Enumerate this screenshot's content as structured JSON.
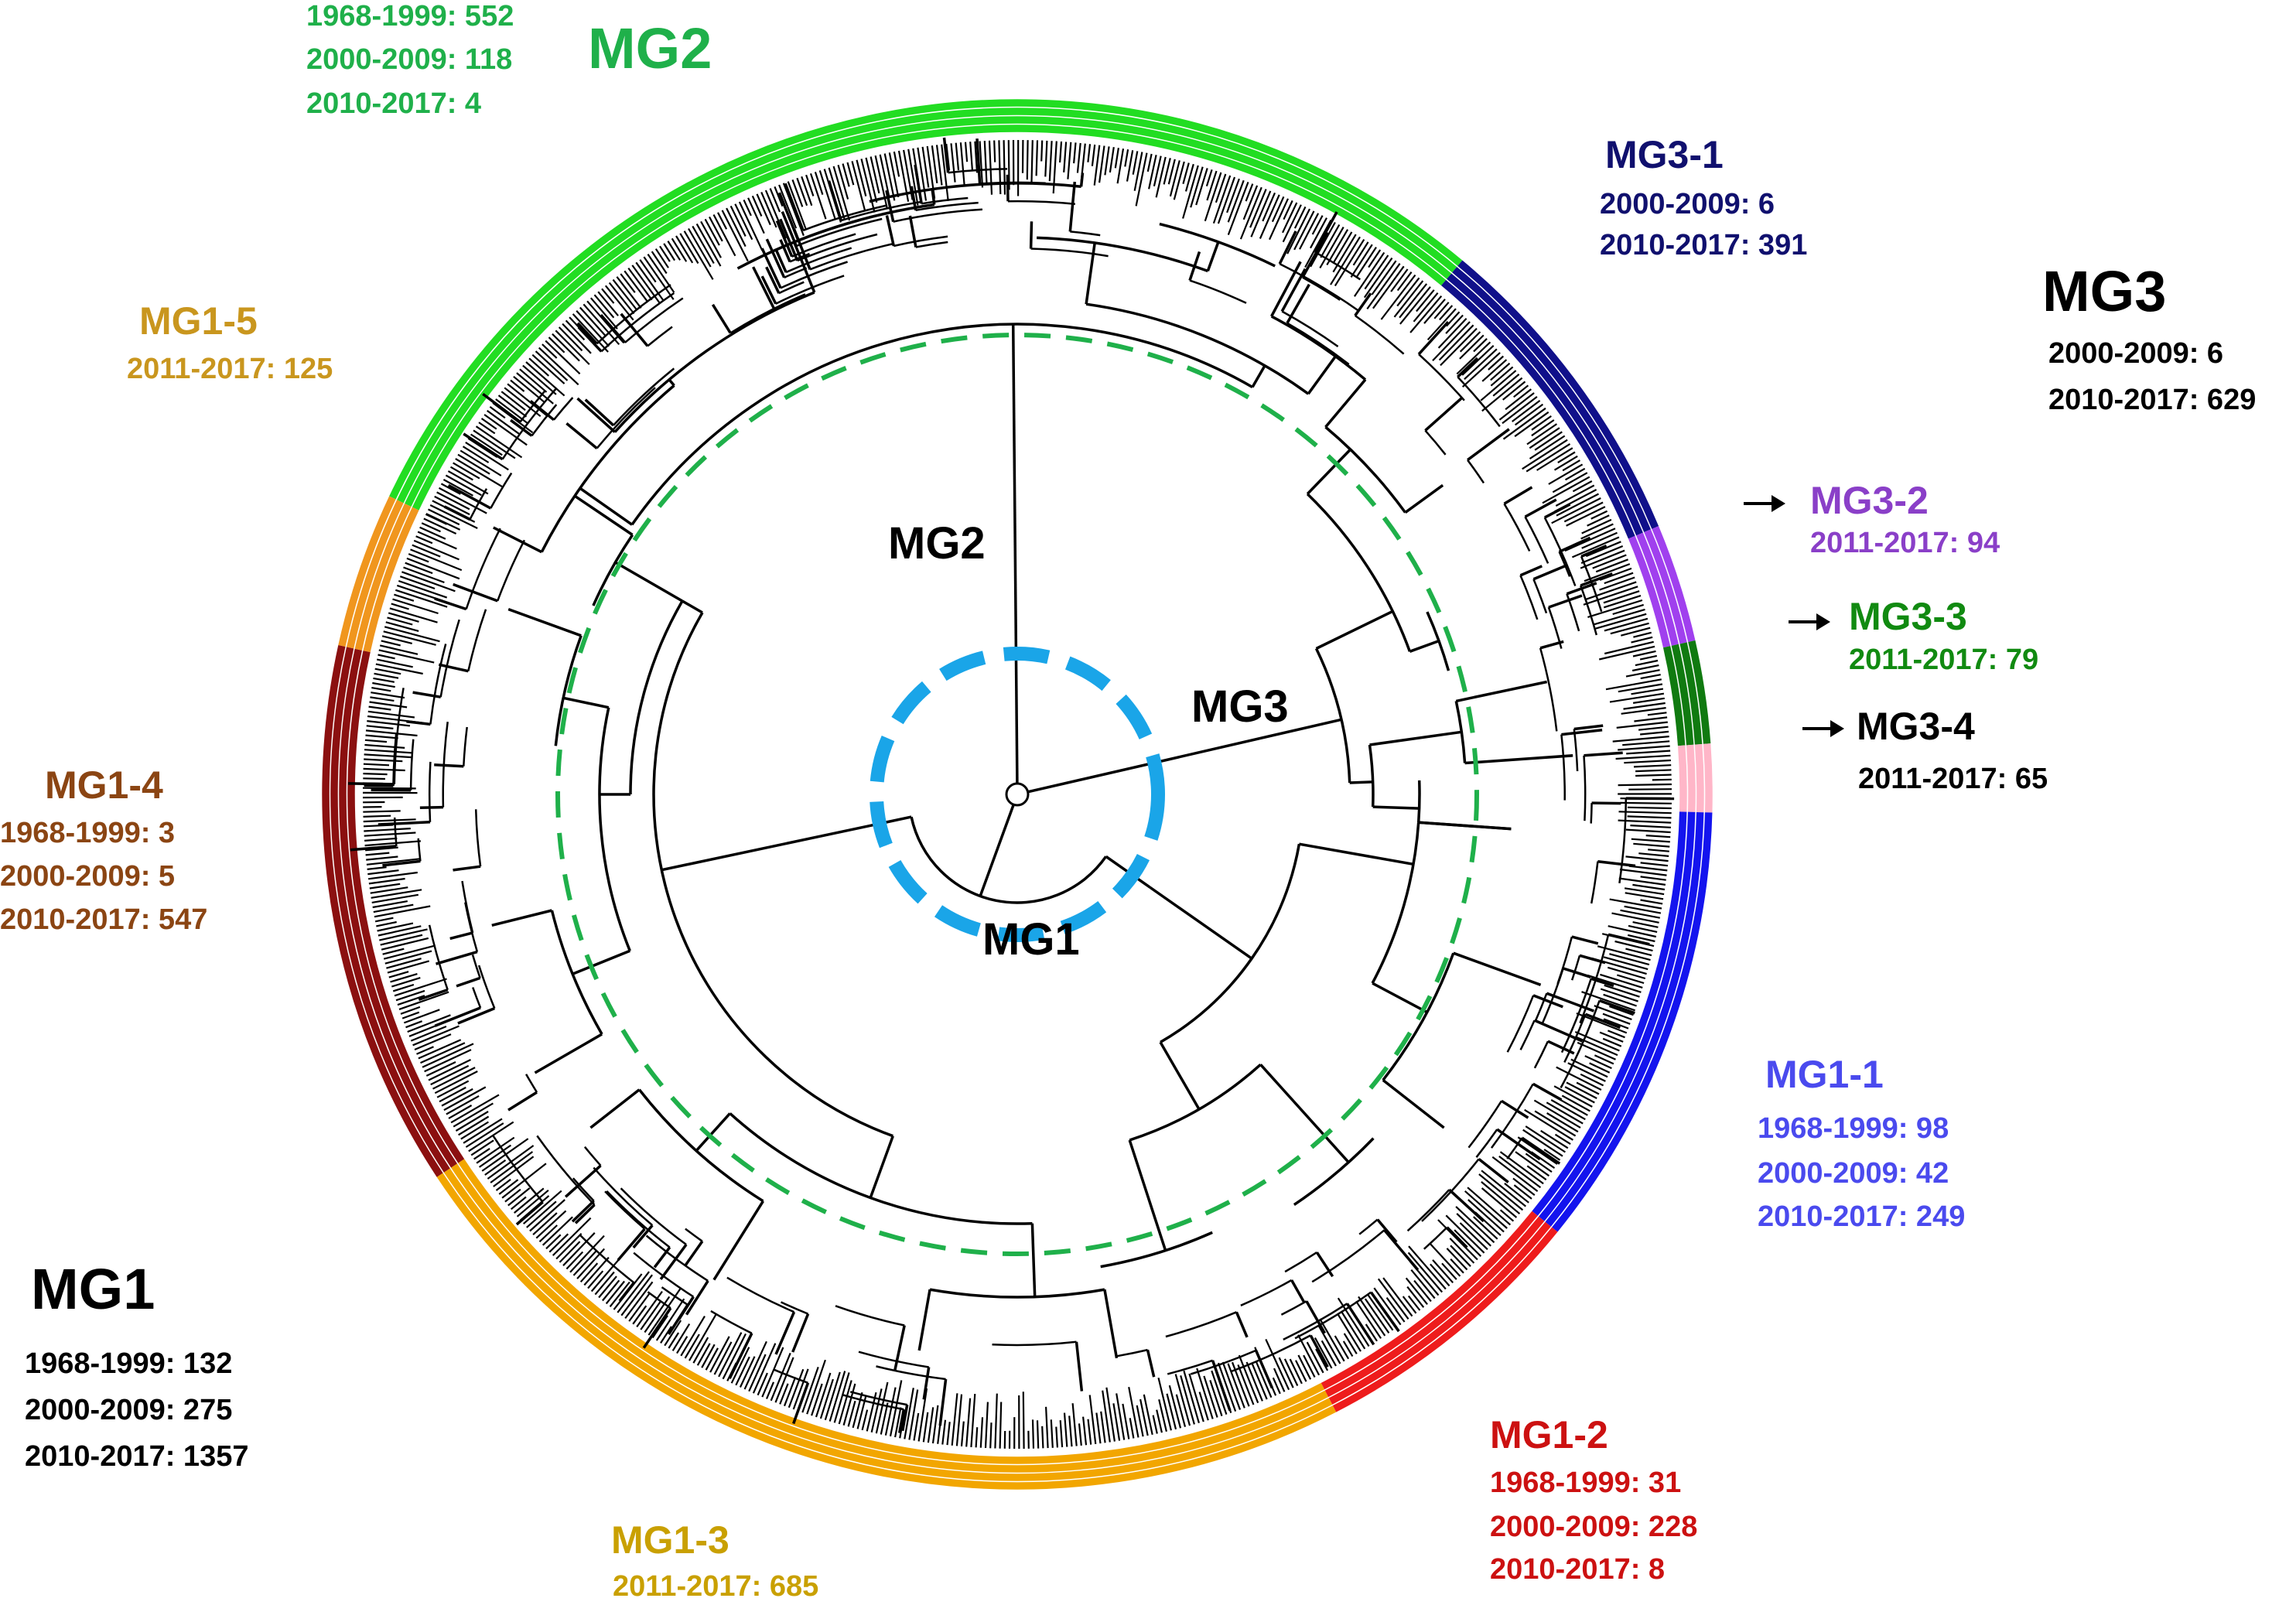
{
  "colors": {
    "mg2": "#22dd22",
    "mg2_text": "#1fb04a",
    "mg1_5": "#f0961e",
    "mg1_5_text": "#c9961e",
    "mg1_4": "#8b1010",
    "mg1_4_text": "#8b4513",
    "mg1_3": "#f2a600",
    "mg1_3_text": "#c9a000",
    "mg1_2": "#ee1c1c",
    "mg1_2_text": "#cc1111",
    "mg1_1": "#1414ee",
    "mg1_1_text": "#4a4aee",
    "mg3_1": "#10108a",
    "mg3_1_text": "#10106e",
    "mg3_2": "#a040ee",
    "mg3_2_text": "#8a3fc8",
    "mg3_3": "#107a10",
    "mg3_3_text": "#118a11",
    "mg3_4": "#ffb6c8",
    "inner_circle": "#1aa5e8",
    "mid_circle": "#1fb04a"
  },
  "clusters": {
    "mg2": {
      "title": "MG2",
      "stats": [
        "1968-1999: 552",
        "2000-2009: 118",
        "2010-2017: 4"
      ]
    },
    "mg3": {
      "title": "MG3",
      "stats": [
        "2000-2009: 6",
        "2010-2017: 629"
      ]
    },
    "mg3_1": {
      "title": "MG3-1",
      "stats": [
        "2000-2009: 6",
        "2010-2017: 391"
      ]
    },
    "mg3_2": {
      "title": "MG3-2",
      "stats": [
        "2011-2017: 94"
      ]
    },
    "mg3_3": {
      "title": "MG3-3",
      "stats": [
        "2011-2017: 79"
      ]
    },
    "mg3_4": {
      "title": "MG3-4",
      "stats": [
        "2011-2017: 65"
      ]
    },
    "mg1_5": {
      "title": "MG1-5",
      "stats": [
        "2011-2017: 125"
      ]
    },
    "mg1_4": {
      "title": "MG1-4",
      "stats": [
        "1968-1999: 3",
        "2000-2009: 5",
        "2010-2017: 547"
      ]
    },
    "mg1": {
      "title": "MG1",
      "stats": [
        "1968-1999: 132",
        "2000-2009: 275",
        "2010-2017: 1357"
      ]
    },
    "mg1_3": {
      "title": "MG1-3",
      "stats": [
        "2011-2017: 685"
      ]
    },
    "mg1_2": {
      "title": "MG1-2",
      "stats": [
        "1968-1999: 31",
        "2000-2009: 228",
        "2010-2017: 8"
      ]
    },
    "mg1_1": {
      "title": "MG1-1",
      "stats": [
        "1968-1999: 98",
        "2000-2009: 42",
        "2010-2017: 249"
      ]
    }
  },
  "inner_labels": {
    "mg2": "MG2",
    "mg3": "MG3",
    "mg1": "MG1"
  }
}
